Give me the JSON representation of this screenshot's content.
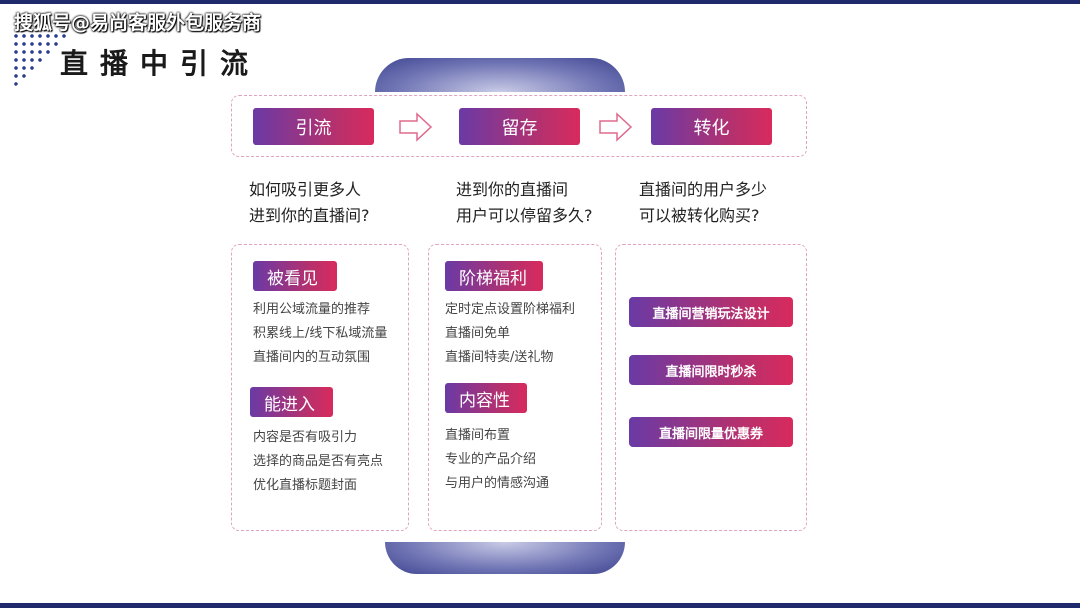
{
  "watermark": "搜狐号@易尚客服外包服务商",
  "title": "直播中引流",
  "stages": [
    "引流",
    "留存",
    "转化"
  ],
  "questions": [
    [
      "如何吸引更多人",
      "进到你的直播间?"
    ],
    [
      "进到你的直播间",
      "用户可以停留多久?"
    ],
    [
      "直播间的用户多少",
      "可以被转化购买?"
    ]
  ],
  "col1": {
    "sections": [
      {
        "tag": "被看见",
        "items": [
          "利用公域流量的推荐",
          "积累线上/线下私域流量",
          "直播间内的互动氛围"
        ]
      },
      {
        "tag": "能进入",
        "items": [
          "内容是否有吸引力",
          "选择的商品是否有亮点",
          "优化直播标题封面"
        ]
      }
    ]
  },
  "col2": {
    "sections": [
      {
        "tag": "阶梯福利",
        "items": [
          "定时定点设置阶梯福利",
          "直播间免单",
          "直播间特卖/送礼物"
        ]
      },
      {
        "tag": "内容性",
        "items": [
          "直播间布置",
          "专业的产品介绍",
          "与用户的情感沟通"
        ]
      }
    ]
  },
  "col3": {
    "pills": [
      "直播间营销玩法设计",
      "直播间限时秒杀",
      "直播间限量优惠券"
    ]
  }
}
